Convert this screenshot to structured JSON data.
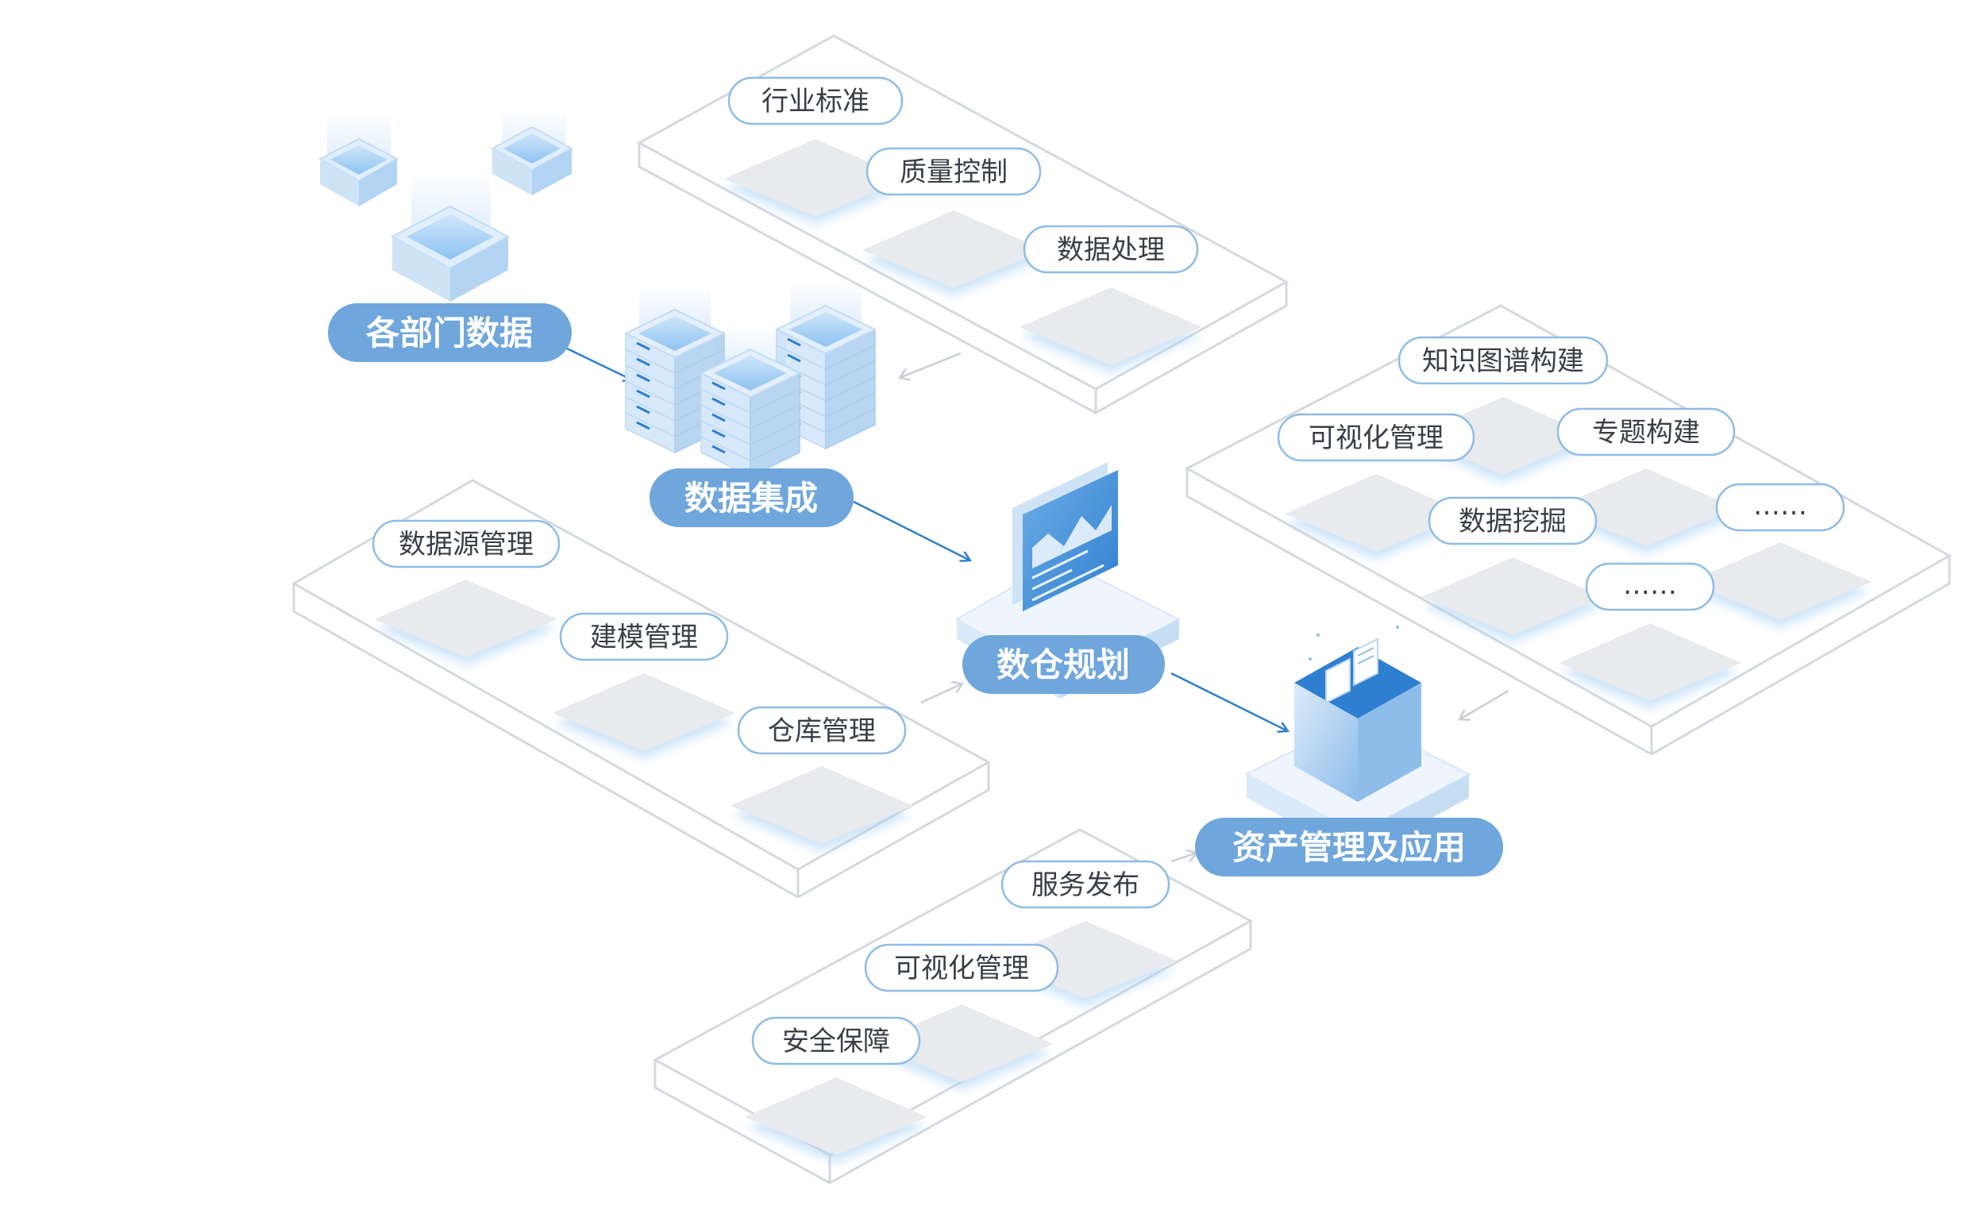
{
  "main_nodes": {
    "departments": "各部门数据",
    "integration": "数据集成",
    "planning": "数仓规划",
    "assets": "资产管理及应用"
  },
  "platforms": {
    "standards": {
      "items": [
        "行业标准",
        "质量控制",
        "数据处理"
      ]
    },
    "modeling": {
      "items": [
        "数据源管理",
        "建模管理",
        "仓库管理"
      ]
    },
    "applications": {
      "items": [
        "知识图谱构建",
        "可视化管理",
        "专题构建",
        "数据挖掘",
        "……",
        "……"
      ]
    },
    "services": {
      "items": [
        "服务发布",
        "可视化管理",
        "安全保障"
      ]
    }
  },
  "colors": {
    "accent": "#6fa6dc",
    "accent_dark": "#2f7fd0",
    "pill_border": "#8fbce6",
    "platform_line": "#d4d9e0",
    "tile": "#e8eaed",
    "glow": "#a9d0f5"
  },
  "icons": [
    "server-stack-icon",
    "dashboard-monitor-icon",
    "asset-box-icon"
  ]
}
